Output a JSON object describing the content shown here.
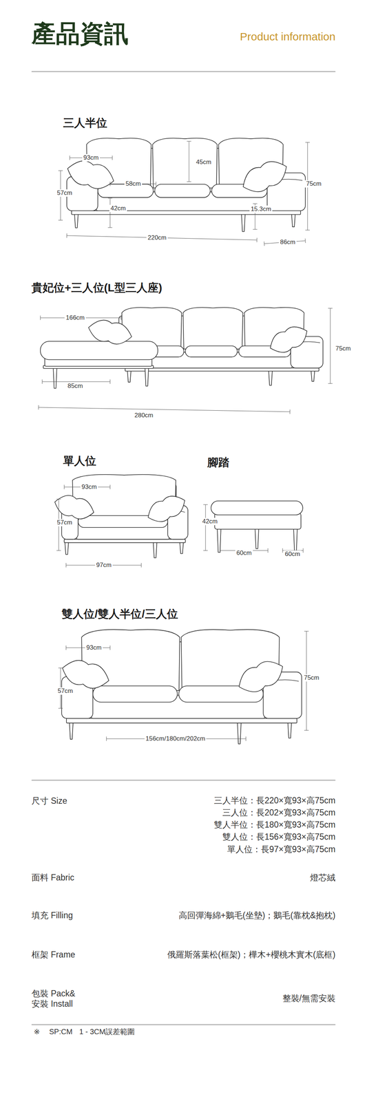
{
  "diagram": {
    "title": "產品資訊",
    "labels": [
      "Product information",
      "三人半位",
      "93cm",
      "45cm",
      "58cm",
      "57cm",
      "42cm",
      "75cm",
      "15.3cm",
      "220cm",
      "86cm",
      "貴妃位+三人位(L型三人座)",
      "166cm",
      "75cm",
      "85cm",
      "280cm",
      "單人位",
      "腳踏",
      "93cm",
      "57cm",
      "97cm",
      "42cm",
      "60cm",
      "60cm",
      "雙人位/雙人半位/三人位",
      "93cm",
      "57cm",
      "75cm",
      "156cm/180cm/202cm",
      "尺寸 Size",
      "三人半位：長220×寬93×高75cm",
      "三人位：長202×寬93×高75cm",
      "雙人半位：長180×寬93×高75cm",
      "雙人位：長156×寬93×高75cm",
      "單人位：長97×寬93×高75cm",
      "面料 Fabric",
      "燈芯絨",
      "填充 Filling",
      "高回彈海綿+鵝毛(坐墊)；鵝毛(靠枕&抱枕)",
      "框架 Frame",
      "俄羅斯落葉松(框架)；樺木+櫻桃木實木(底框)",
      "包裝 Pack& 安裝 Install",
      "整裝/無需安裝",
      "※",
      "SP:CM",
      "1 - 3CM誤差範圍"
    ]
  }
}
